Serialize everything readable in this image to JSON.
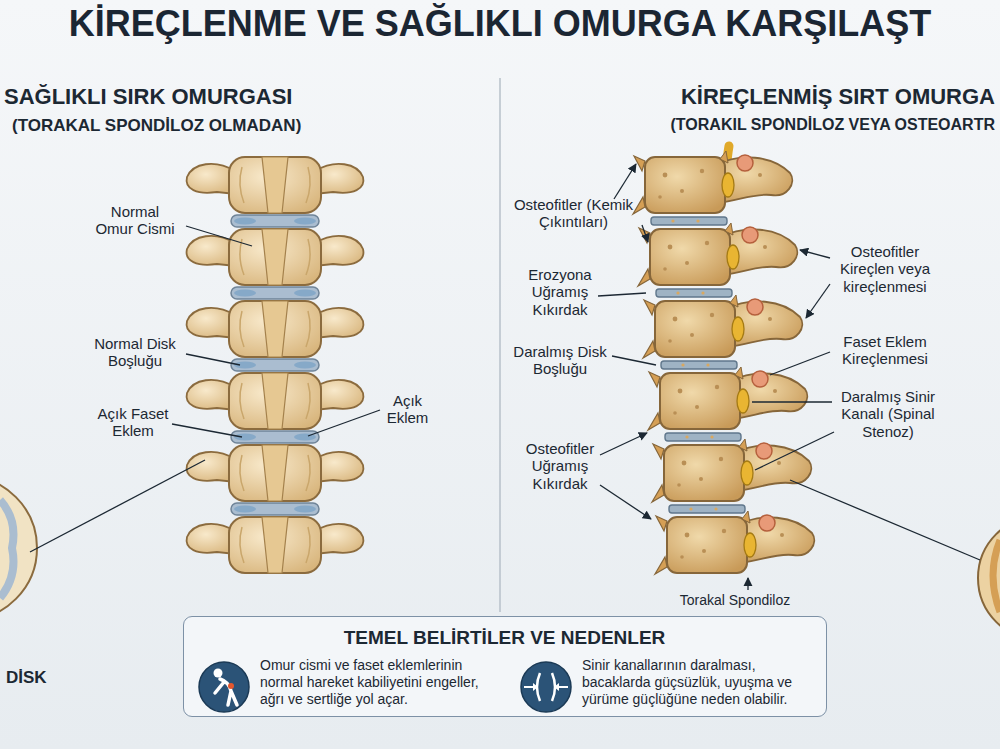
{
  "diagram": {
    "title": "KİREÇLENME VE SAĞLIKLI OMURGA KARŞILAŞT",
    "nodes": [
      {
        "text": [
          "TEMEL BELİRTİLER VE NEDENLER",
          "Omur cismi ve faset eklemlerinin normal hareket kabiliyetini engeller, ağrı ve sertliğe yol açar.",
          "Sinir kanallarının daralması, bacaklarda güçsüzlük, uyuşma ve yürüme güçlüğüne neden olabilir."
        ]
      }
    ],
    "labels": [
      "SAĞLIKLI SIRK OMURGASI",
      "(TORAKAL SPONDİLOZ OLMADAN)",
      "KİREÇLENMİŞ SIRT OMURGA",
      "(TORAKIL SPONDİLOZ VEYA OSTEOARTR",
      "Normal Omur Cismi",
      "Normal Disk Boşluğu",
      "Açık Faset Eklem",
      "Açık Eklem",
      "DİSK",
      "Osteofitler (Kemik Çıkıntıları)",
      "Erozyona Uğramış Kıkırdak",
      "Daralmış Disk Boşluğu",
      "Osteofitler Uğramış Kıkırdak",
      "Osteofitler Kireçlen veya kireçlenmesi",
      "Faset Eklem Kireçlenmesi",
      "Daralmış Sinir Kanalı (Spinal Stenoz)",
      "Torakal Spondiloz"
    ]
  }
}
